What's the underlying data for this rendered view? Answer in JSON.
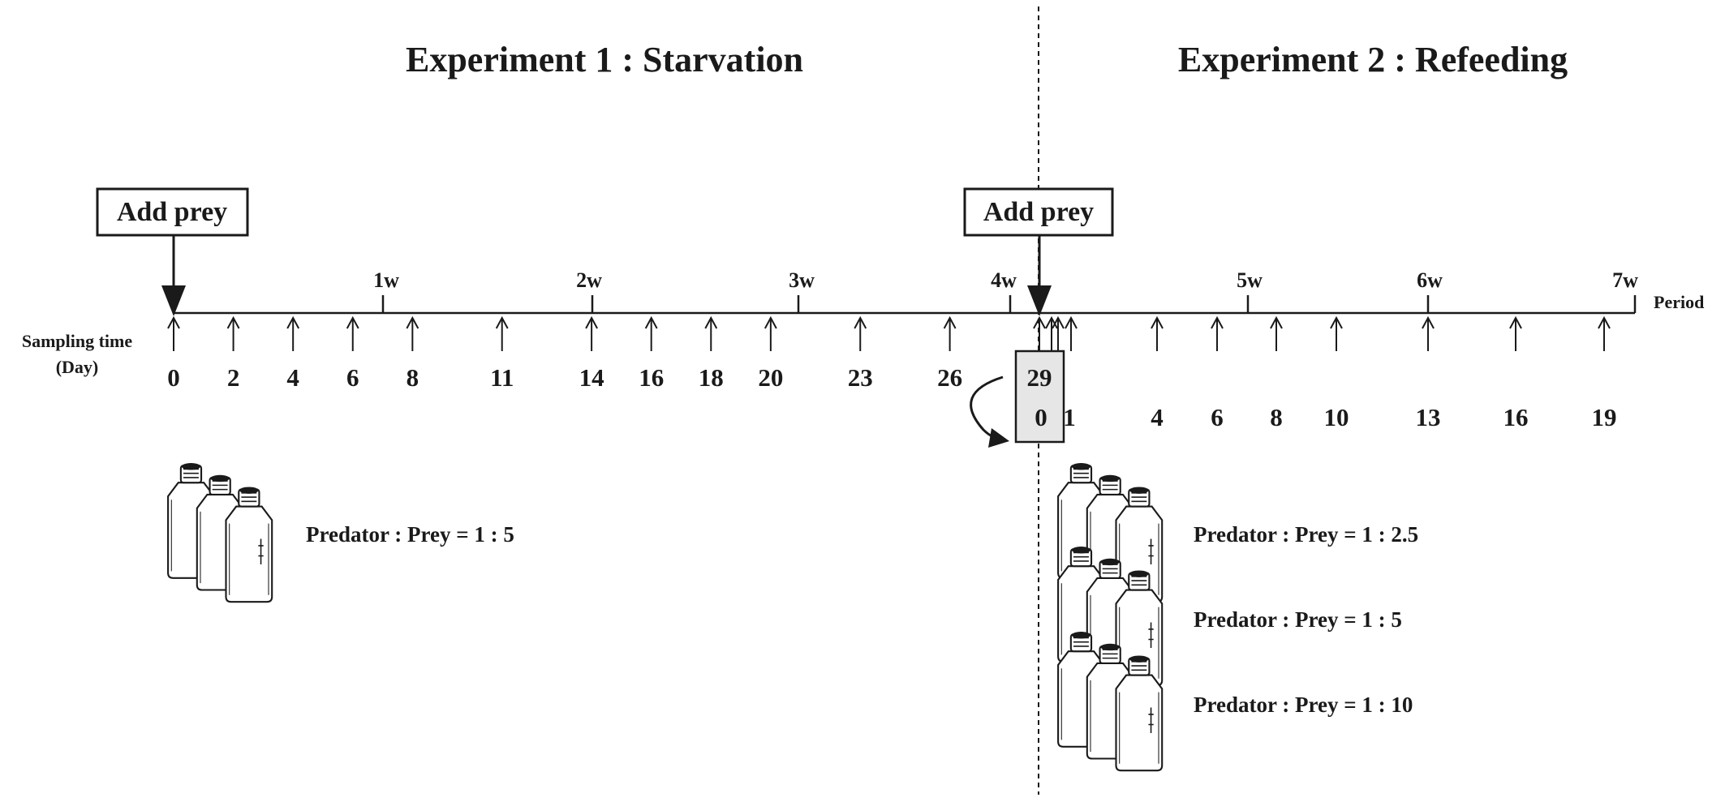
{
  "titles": {
    "exp1": "Experiment 1 : Starvation",
    "exp2": "Experiment 2 : Refeeding"
  },
  "add_prey_label": "Add prey",
  "period_label": "Period",
  "sampling_label_line1": "Sampling time",
  "sampling_label_line2": "(Day)",
  "weeks": [
    "1w",
    "2w",
    "3w",
    "4w",
    "5w",
    "6w",
    "7w"
  ],
  "exp1_days": [
    0,
    2,
    4,
    6,
    8,
    11,
    14,
    16,
    18,
    20,
    23,
    26,
    29
  ],
  "exp2_days": [
    0,
    1,
    4,
    6,
    8,
    10,
    13,
    16,
    19
  ],
  "exp1_ratio": "Predator : Prey = 1 : 5",
  "exp2_ratios": [
    "Predator : Prey = 1 : 2.5",
    "Predator : Prey = 1 : 5",
    "Predator : Prey = 1 : 10"
  ],
  "colors": {
    "ink": "#1a1a1a",
    "box_fill": "#e6e6e6"
  }
}
